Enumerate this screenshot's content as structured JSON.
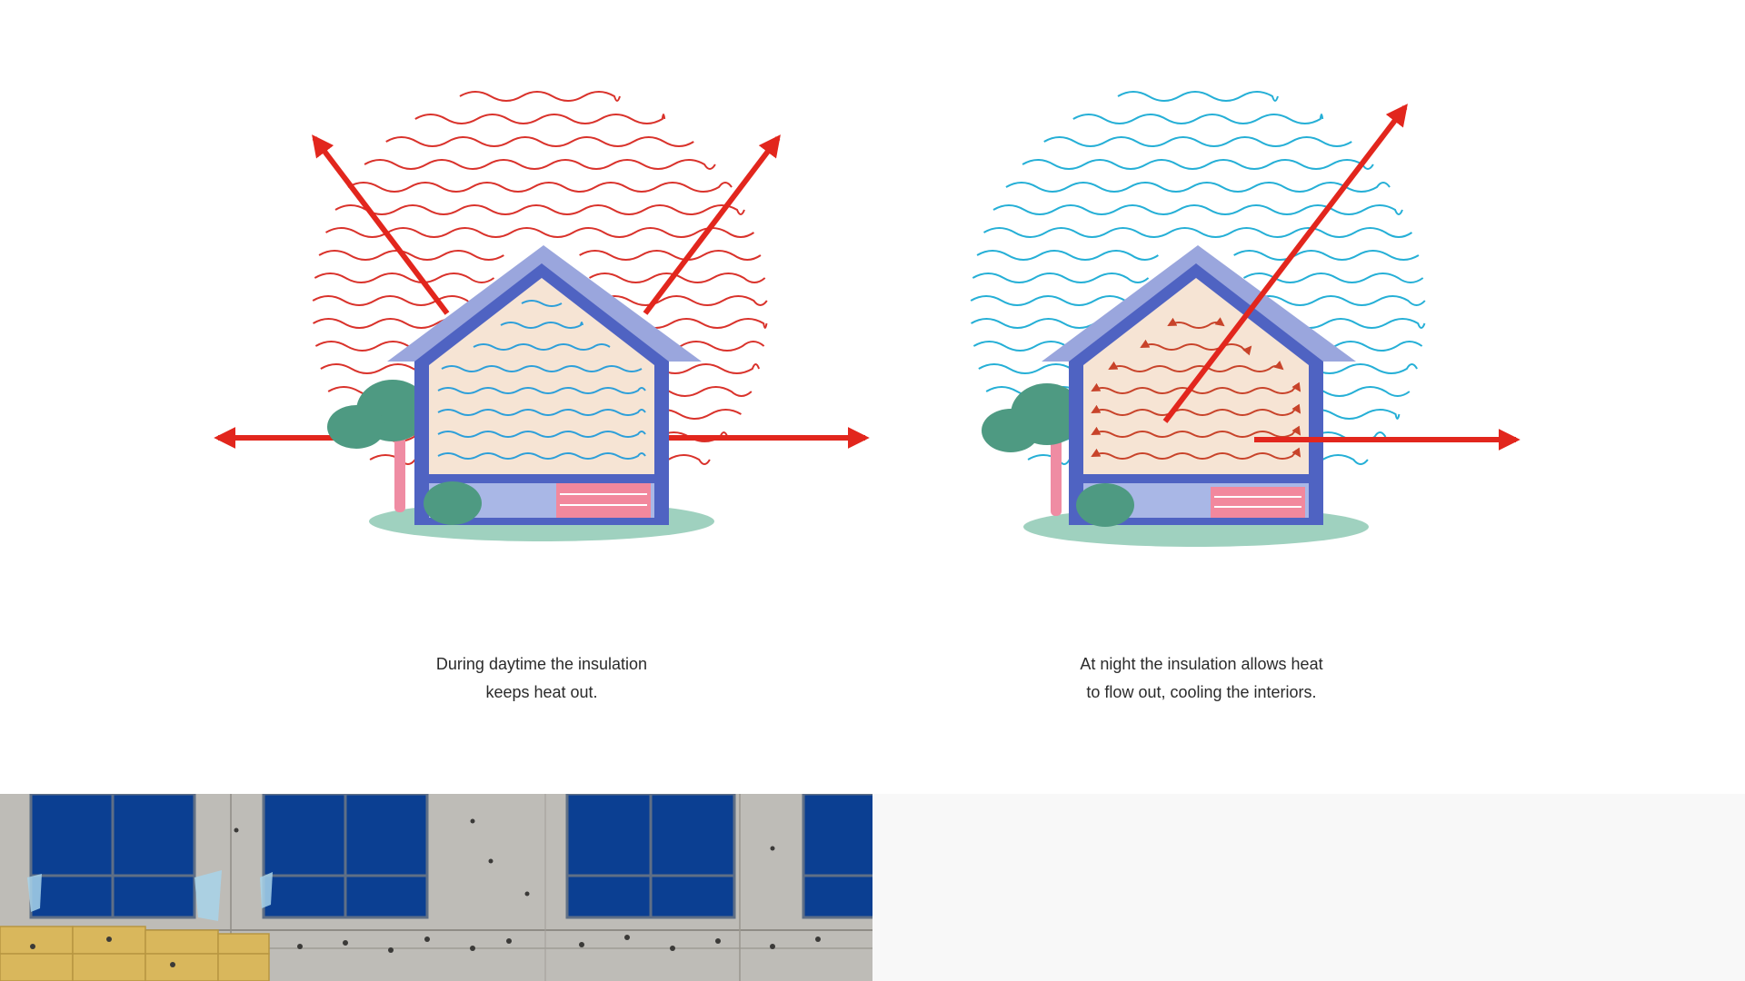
{
  "captions": {
    "day": {
      "line1": "During daytime the insulation",
      "line2": "keeps heat out."
    },
    "night": {
      "line1": "At night the insulation allows heat",
      "line2": "to flow out, cooling the interiors."
    }
  },
  "colors": {
    "heat": "#e2261d",
    "heat_wave": "#d9322b",
    "cool_wave": "#25afd6",
    "interior_cool_wave": "#2d9fd9",
    "interior_warm_wave": "#c8432a",
    "house_frame": "#4f63c2",
    "roof_shadow": "#9aa6dd",
    "interior": "#f6e4d4",
    "tree": "#4e9a82",
    "trunk": "#ef8ca3",
    "ground": "#9fd1bf",
    "steps": "#f2889d",
    "window_blue": "#0b3f92",
    "concrete": "#b8b6b1",
    "insulation": "#d9b75c"
  },
  "icons": {
    "day_scene": "house-daytime-icon",
    "night_scene": "house-nighttime-icon",
    "photo": "building-facade-photo"
  }
}
